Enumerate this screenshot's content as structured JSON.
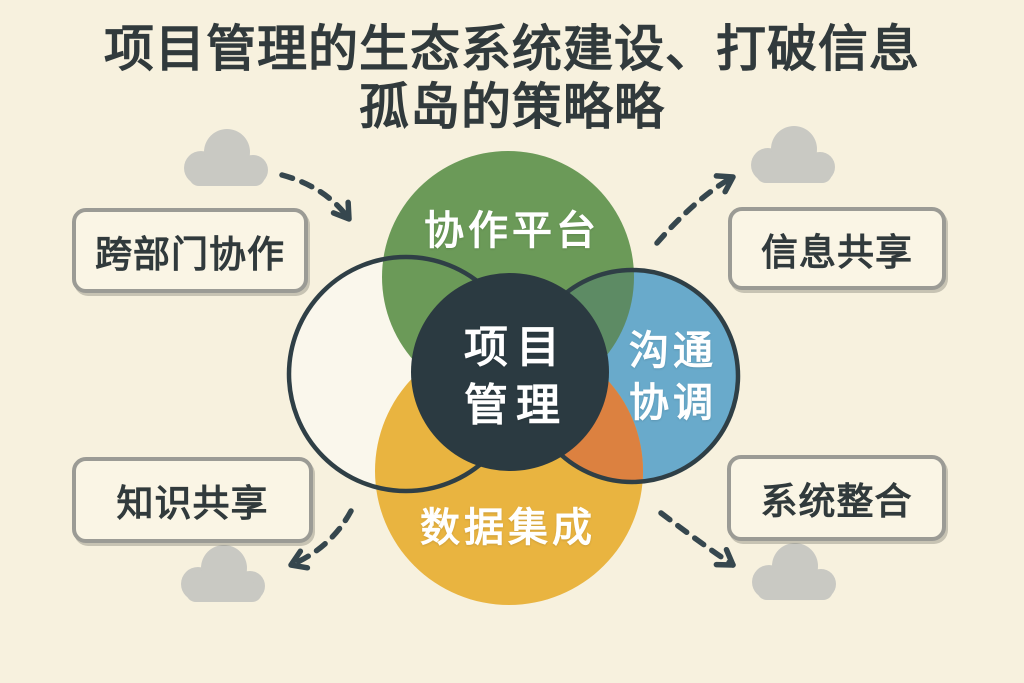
{
  "title": {
    "line1": "项目管理的生态系统建设、打破信息",
    "line2": "孤岛的策略略"
  },
  "venn": {
    "center": {
      "line1": "项目",
      "line2": "管理",
      "color": "#2b3a41"
    },
    "top": {
      "label": "协作平台",
      "color": "#6b9a58"
    },
    "right": {
      "line1": "沟通",
      "line2": "协调",
      "color": "#69aacb"
    },
    "bottom": {
      "label": "数据集成",
      "color": "#e9b440"
    },
    "left": {
      "color": "#faf7ec"
    },
    "overlaps": {
      "top_right": "#5d8b64",
      "right_bottom": "#dc8140"
    },
    "outline_color": "#2f3f46"
  },
  "callouts": {
    "top_left": {
      "label": "跨部门协作"
    },
    "top_right": {
      "label": "信息共享"
    },
    "bottom_left": {
      "label": "知识共享"
    },
    "bottom_right": {
      "label": "系统整合"
    }
  },
  "decorations": {
    "cloud_color": "#c9c9c3",
    "arrow_color": "#36474e"
  },
  "colors": {
    "background": "#f7f1de",
    "text_dark": "#313a3c",
    "callout_border": "#9b9b95",
    "callout_bg": "#faf5e5",
    "circle_text": "#ffffff"
  }
}
